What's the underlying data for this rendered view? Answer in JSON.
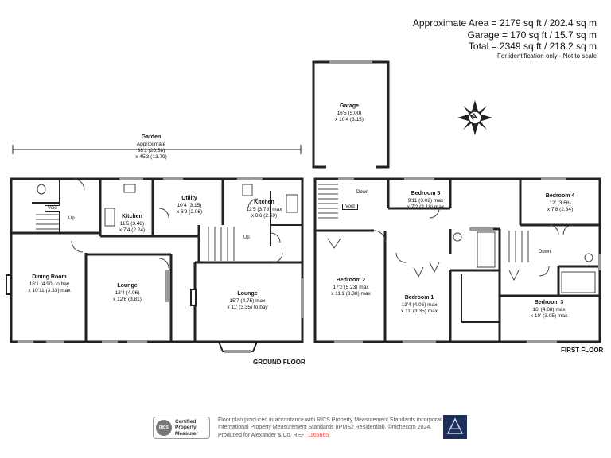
{
  "summary": {
    "approx_area": "Approximate Area = 2179 sq ft / 202.4 sq m",
    "garage": "Garage = 170 sq ft / 15.7 sq m",
    "total": "Total = 2349 sq ft / 218.2 sq m",
    "note": "For identification only - Not to scale"
  },
  "compass": {
    "letter": "N"
  },
  "rooms": {
    "garden": {
      "name": "Garden",
      "line1": "Approximate",
      "line2": "88'2 (26.88)",
      "line3": "x 45'3 (13.79)"
    },
    "garage": {
      "name": "Garage",
      "line1": "16'5 (5.00)",
      "line2": "x 10'4 (3.15)"
    },
    "utility": {
      "name": "Utility",
      "line1": "10'4 (3.15)",
      "line2": "x 6'9 (2.06)"
    },
    "kitchen_left": {
      "name": "Kitchen",
      "line1": "11'5 (3.48)",
      "line2": "x 7'4 (2.24)"
    },
    "kitchen_right": {
      "name": "Kitchen",
      "line1": "12'5 (3.78) max",
      "line2": "x 8'6 (2.59)"
    },
    "dining": {
      "name": "Dining Room",
      "line1": "16'1 (4.90) to bay",
      "line2": "x 10'11 (3.33) max"
    },
    "lounge_mid": {
      "name": "Lounge",
      "line1": "13'4 (4.06)",
      "line2": "x 12'6 (3.81)"
    },
    "lounge_right": {
      "name": "Lounge",
      "line1": "15'7 (4.75) max",
      "line2": "x 11' (3.35) to bay"
    },
    "bedroom5": {
      "name": "Bedroom 5",
      "line1": "9'11 (3.02) max",
      "line2": "x 7'2 (2.18) max"
    },
    "bedroom4": {
      "name": "Bedroom 4",
      "line1": "12' (3.66)",
      "line2": "x 7'8 (2.34)"
    },
    "bedroom2": {
      "name": "Bedroom 2",
      "line1": "17'2 (5.23) max",
      "line2": "x 11'1 (3.38) max"
    },
    "bedroom1": {
      "name": "Bedroom 1",
      "line1": "13'4 (4.06) max",
      "line2": "x 11' (3.35) max"
    },
    "bedroom3": {
      "name": "Bedroom 3",
      "line1": "16' (4.88) max",
      "line2": "x 10' (3.05) max"
    }
  },
  "markers": {
    "void": "Void",
    "up": "Up",
    "down": "Down"
  },
  "floors": {
    "ground": "GROUND FLOOR",
    "first": "FIRST FLOOR"
  },
  "footer": {
    "rics_badge": "RICS",
    "cert_line1": "Certified",
    "cert_line2": "Property",
    "cert_line3": "Measurer",
    "line1": "Floor plan produced in accordance with RICS Property Measurement Standards incorporating",
    "line2": "International Property Measurement Standards (IPMS2 Residential). ©nichecom 2024.",
    "line3": "Produced for Alexander & Co.  REF:",
    "ref": "1165665"
  },
  "colors": {
    "wall": "#222222",
    "window": "#9a9a9a",
    "brand": "#1f2f5c",
    "ref": "#e04848"
  }
}
